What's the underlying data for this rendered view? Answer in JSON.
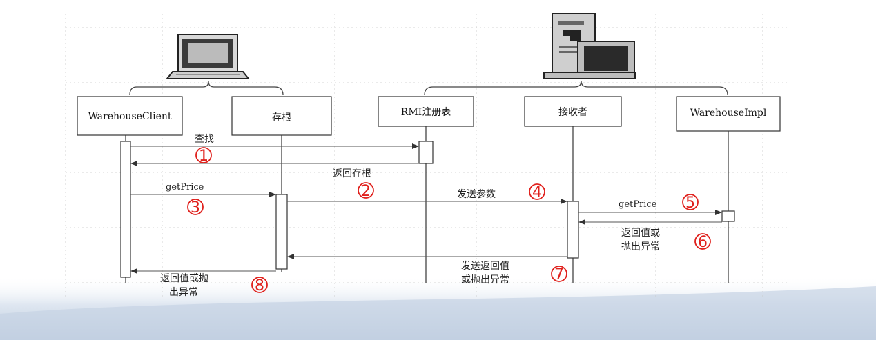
{
  "participants": [
    {
      "label": "WarehouseClient"
    },
    {
      "label": "存根"
    },
    {
      "label": "RMI注册表"
    },
    {
      "label": "接收者"
    },
    {
      "label": "WarehouseImpl"
    }
  ],
  "messages": [
    {
      "label": "查找",
      "number": "1"
    },
    {
      "label": "返回存根",
      "number": "2"
    },
    {
      "label": "getPrice",
      "number": "3"
    },
    {
      "label": "发送参数",
      "number": "4"
    },
    {
      "label": "getPrice",
      "number": "5"
    },
    {
      "label": "返回值或",
      "label2": "抛出异常",
      "number": "6"
    },
    {
      "label": "发送返回值",
      "label2": "或抛出异常",
      "number": "7"
    },
    {
      "label": "返回值或抛",
      "label2": "出异常",
      "number": "8"
    }
  ],
  "icons": {
    "client": "laptop-icon",
    "server": "server-computer-icon"
  },
  "colors": {
    "number_circle": "#e0201c",
    "background_band": "#c9d6e8"
  }
}
